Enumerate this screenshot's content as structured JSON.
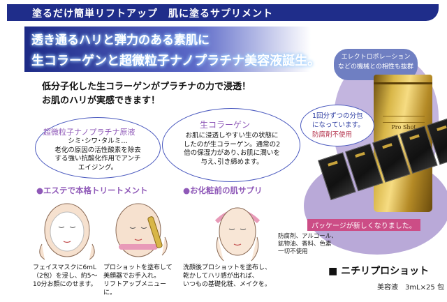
{
  "header": {
    "title": "塗るだけ簡単リフトアップ　肌に塗るサプリメント"
  },
  "hero": {
    "line1": "透き通るハリと弾力のある素肌に",
    "line2": "生コラーゲンと超微粒子ナノプラチナ美容液誕生。"
  },
  "electro_note": {
    "line1": "エレクトロポレーション",
    "line2": "などの機械との相性も抜群"
  },
  "lead": {
    "line1": "低分子化した生コラーゲンがプラチナの力で浸透！",
    "line2": "お肌のハリが実感できます！"
  },
  "platinum": {
    "title": "超微粒子ナノプラチナ原液",
    "line1": "シミ･シワ･タルミ…",
    "line2": "老化の原因の活性酸素を除去",
    "line3": "する強い抗酸化作用でアンチ",
    "line4": "エイジング。"
  },
  "collagen": {
    "title": "生コラーゲン",
    "line1": "お肌に浸透しやすい生の状態に",
    "line2": "したのが生コラーゲン。通常の2",
    "line3": "倍の保湿力があり､お肌に潤いを",
    "line4": "与え､引き締めます。"
  },
  "packet_note": {
    "line1": "1回分ずつの分包",
    "line2": "になっています。",
    "line3": "防腐剤不使用"
  },
  "pouch": {
    "label": "Pro Shot"
  },
  "renewal": "パッケージが新しくなりました。",
  "sections": {
    "esthetic": "●エステで本格トリートメント",
    "makeup": "●お化粧前の肌サプリ"
  },
  "captions": {
    "c1": [
      "フェイスマスクに6mL",
      "（2包）を浸し、約5～",
      "10分お顔にのせます。"
    ],
    "c2": [
      "プロショットを塗布して",
      "美顔器でお手入れ。",
      "リフトアップメニューに。"
    ],
    "c3": [
      "洗顔後プロショットを塗布し、",
      "乾かしてハリ感が出れば、",
      "いつもの基礎化粧、メイクを。"
    ]
  },
  "ingredients": [
    "防腐剤、アルコール、",
    "鉱物油、香料、色素",
    "一切不使用"
  ],
  "product": {
    "name": "■ ニチリプロショット",
    "spec": "美容液　3mL×25 包"
  },
  "colors": {
    "navy": "#1f2d8a",
    "purple": "#8f59b8",
    "pink": "#cc4d86",
    "gold": "#d8b648",
    "lavender": "#b9a9d8"
  }
}
